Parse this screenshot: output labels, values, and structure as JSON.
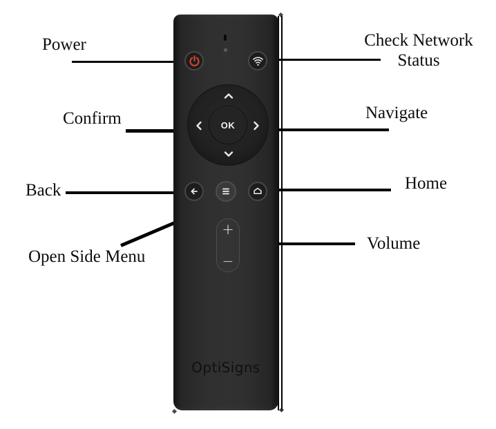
{
  "annotations": {
    "power": {
      "label": "Power"
    },
    "check_network": {
      "line1": "Check Network",
      "line2": "Status"
    },
    "confirm": {
      "label": "Confirm"
    },
    "navigate": {
      "label": "Navigate"
    },
    "back": {
      "label": "Back"
    },
    "home": {
      "label": "Home"
    },
    "open_side_menu": {
      "label": "Open Side Menu"
    },
    "volume": {
      "label": "Volume"
    }
  },
  "remote": {
    "brand": "OptiSigns",
    "dpad": {
      "ok_label": "OK"
    },
    "volume_rocker": {
      "plus": "+",
      "minus": "−"
    },
    "buttons": [
      {
        "name": "power",
        "icon": "power-icon"
      },
      {
        "name": "check-network-status",
        "icon": "wifi-icon"
      },
      {
        "name": "confirm",
        "icon": "ok-button"
      },
      {
        "name": "navigate",
        "icon": "chevron-icons"
      },
      {
        "name": "back",
        "icon": "back-arrow-icon"
      },
      {
        "name": "open-side-menu",
        "icon": "hamburger-menu-icon"
      },
      {
        "name": "home",
        "icon": "home-icon"
      },
      {
        "name": "volume",
        "icon": "plus-minus-rocker"
      }
    ],
    "colors": {
      "body_dark": "#2f2f2f",
      "power_red": "#d8432a",
      "icon_light": "#e9e9e9",
      "annotation_line": "#000000",
      "label_text": "#0d0d0d"
    }
  }
}
